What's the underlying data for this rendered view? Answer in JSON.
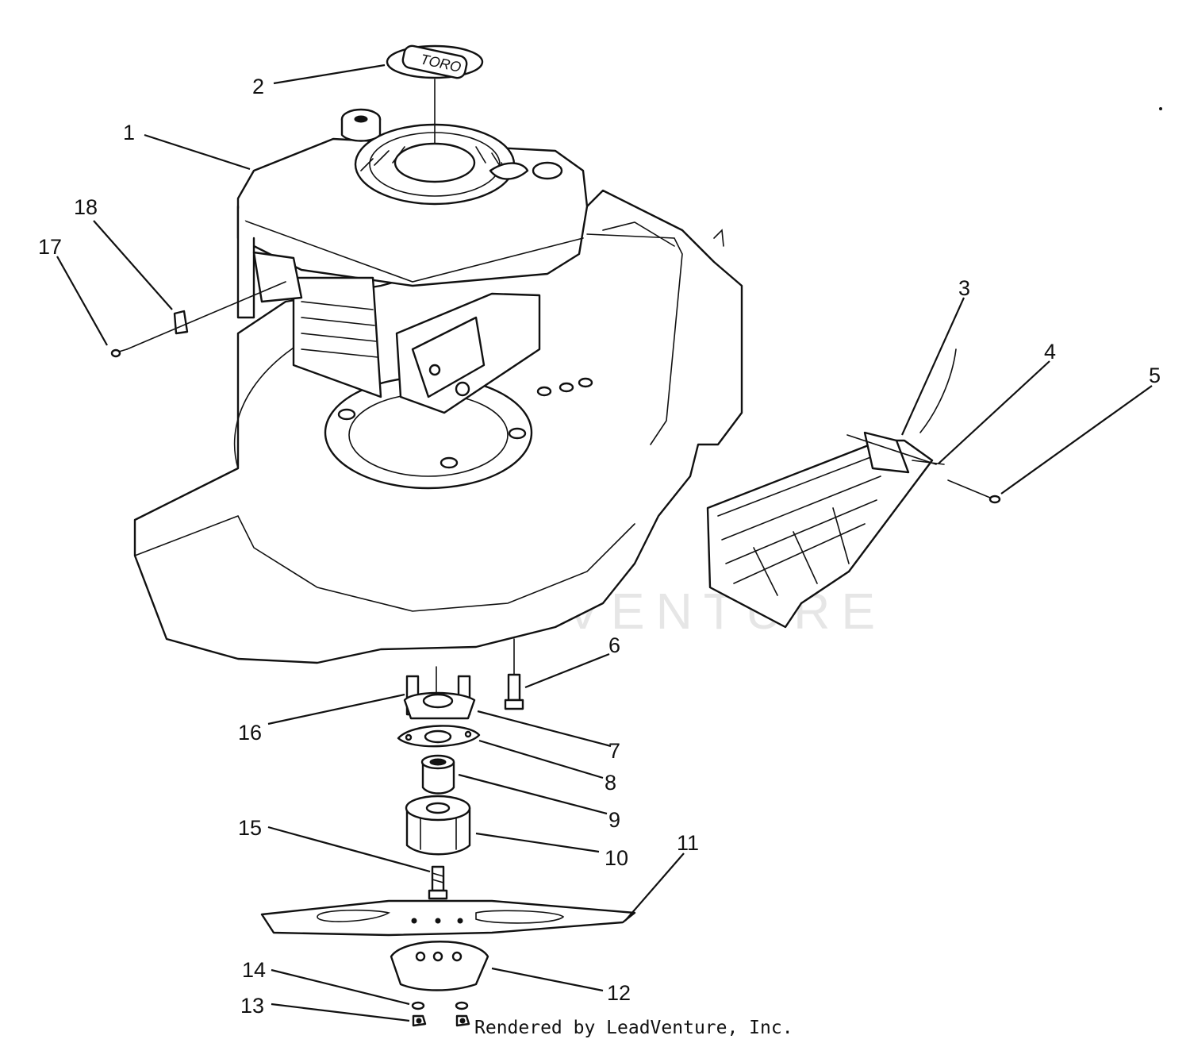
{
  "watermark": "LEADVENTURE",
  "credit": "Rendered by LeadVenture, Inc.",
  "decal_text": "TORO",
  "callouts": [
    {
      "n": "1"
    },
    {
      "n": "2"
    },
    {
      "n": "3"
    },
    {
      "n": "4"
    },
    {
      "n": "5"
    },
    {
      "n": "6"
    },
    {
      "n": "7"
    },
    {
      "n": "8"
    },
    {
      "n": "9"
    },
    {
      "n": "10"
    },
    {
      "n": "11"
    },
    {
      "n": "12"
    },
    {
      "n": "13"
    },
    {
      "n": "14"
    },
    {
      "n": "15"
    },
    {
      "n": "16"
    },
    {
      "n": "17"
    },
    {
      "n": "18"
    }
  ]
}
